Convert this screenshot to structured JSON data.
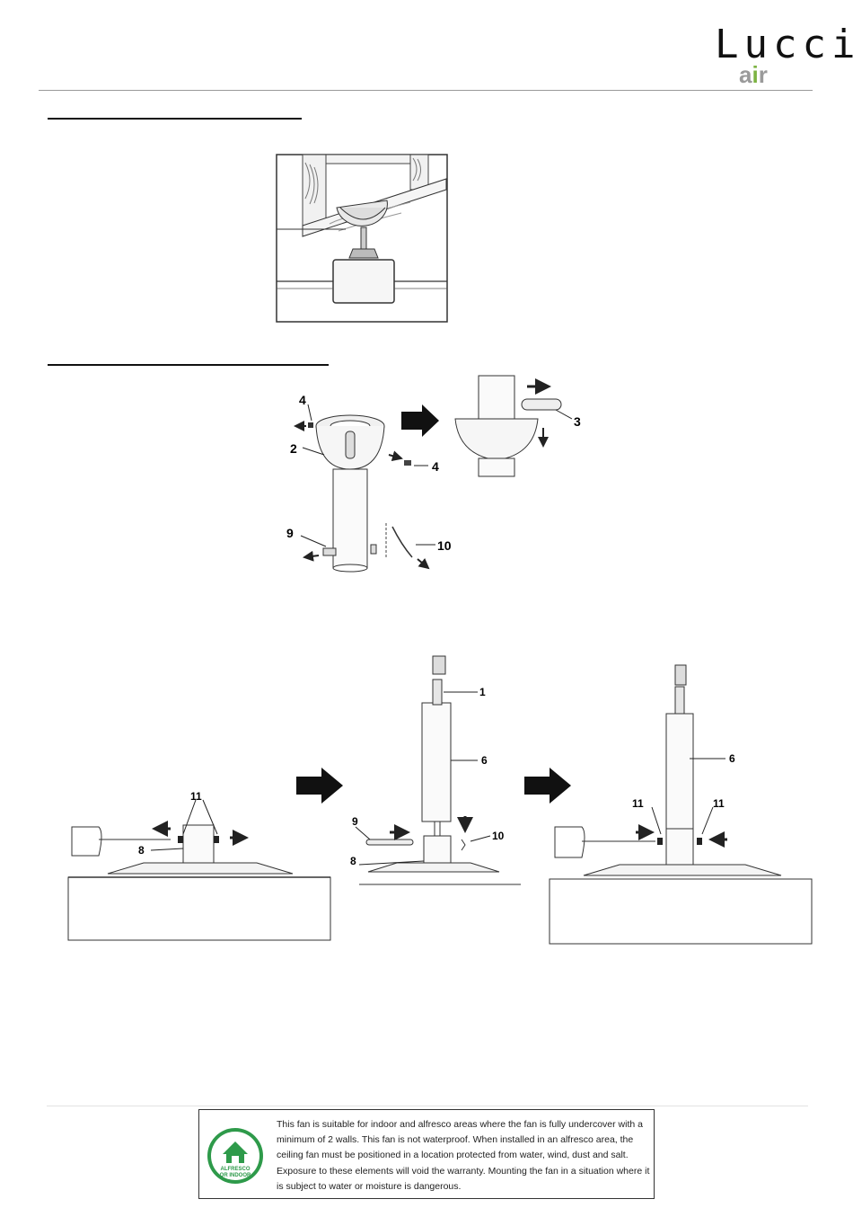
{
  "header": {
    "logo_primary": "Lucci",
    "logo_secondary_a": "a",
    "logo_secondary_i": "i",
    "logo_secondary_r": "r"
  },
  "diagram1": {
    "labels": {
      "n4a": "4",
      "n2": "2",
      "n4b": "4",
      "n3": "3",
      "n9": "9",
      "n10": "10"
    }
  },
  "diagram2": {
    "labels": {
      "n11": "11",
      "n8": "8",
      "n9": "9",
      "n10": "10",
      "n1": "1",
      "n6a": "6",
      "n8b": "8",
      "n6b": "6",
      "n11b": "11",
      "n11c": "11"
    }
  },
  "notice": {
    "badge_line1": "ALFRESCO",
    "badge_line2": "OR INDOOR",
    "text": "This fan is suitable for indoor and alfresco areas where the fan is fully undercover with a minimum of 2 walls. This fan is not waterproof. When installed in an alfresco area, the ceiling fan must be positioned in a location protected from water, wind, dust and salt. Exposure to these elements will void the warranty. Mounting the fan in a situation where it is subject to water or moisture is dangerous."
  },
  "colors": {
    "accent_green": "#7cb342",
    "logo_grey": "#9a9a9a",
    "badge_green": "#2e9a4a"
  }
}
